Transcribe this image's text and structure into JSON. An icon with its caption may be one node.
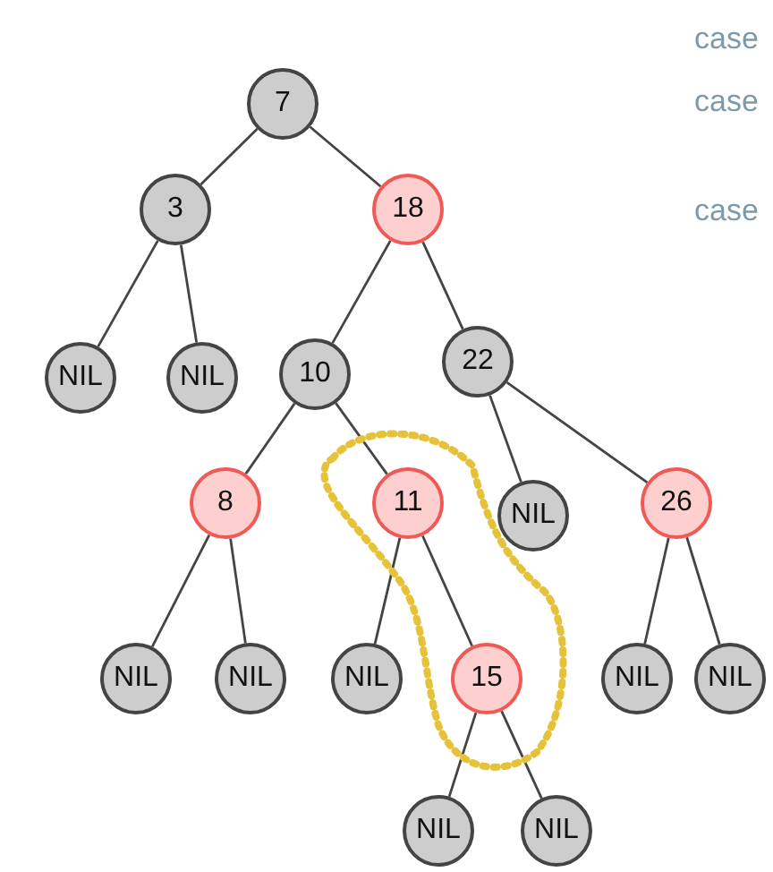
{
  "diagram": {
    "nodes": [
      {
        "text": [
          "7"
        ]
      },
      {
        "text": [
          "3"
        ]
      },
      {
        "text": [
          "18"
        ]
      },
      {
        "text": [
          "NIL"
        ]
      },
      {
        "text": [
          "NIL"
        ]
      },
      {
        "text": [
          "10"
        ]
      },
      {
        "text": [
          "22"
        ]
      },
      {
        "text": [
          "8"
        ]
      },
      {
        "text": [
          "11"
        ]
      },
      {
        "text": [
          "NIL"
        ]
      },
      {
        "text": [
          "26"
        ]
      },
      {
        "text": [
          "NIL"
        ]
      },
      {
        "text": [
          "NIL"
        ]
      },
      {
        "text": [
          "NIL"
        ]
      },
      {
        "text": [
          "15"
        ]
      },
      {
        "text": [
          "NIL"
        ]
      },
      {
        "text": [
          "NIL"
        ]
      },
      {
        "text": [
          "NIL"
        ]
      },
      {
        "text": [
          "NIL"
        ]
      }
    ],
    "edges": [
      {
        "from": 0,
        "to": 1,
        "arrow": "none"
      },
      {
        "from": 0,
        "to": 2,
        "arrow": "none"
      },
      {
        "from": 1,
        "to": 3,
        "arrow": "none"
      },
      {
        "from": 1,
        "to": 4,
        "arrow": "none"
      },
      {
        "from": 2,
        "to": 5,
        "arrow": "none"
      },
      {
        "from": 2,
        "to": 6,
        "arrow": "none"
      },
      {
        "from": 5,
        "to": 7,
        "arrow": "none"
      },
      {
        "from": 5,
        "to": 8,
        "arrow": "none"
      },
      {
        "from": 6,
        "to": 9,
        "arrow": "none"
      },
      {
        "from": 6,
        "to": 10,
        "arrow": "none"
      },
      {
        "from": 7,
        "to": 11,
        "arrow": "none"
      },
      {
        "from": 7,
        "to": 12,
        "arrow": "none"
      },
      {
        "from": 8,
        "to": 13,
        "arrow": "none"
      },
      {
        "from": 8,
        "to": 14,
        "arrow": "none"
      },
      {
        "from": 10,
        "to": 15,
        "arrow": "none"
      },
      {
        "from": 10,
        "to": 16,
        "arrow": "none"
      },
      {
        "from": 14,
        "to": 17,
        "arrow": "none"
      },
      {
        "from": 14,
        "to": 18,
        "arrow": "none"
      }
    ],
    "labels": [
      "case",
      "case",
      "case"
    ]
  }
}
